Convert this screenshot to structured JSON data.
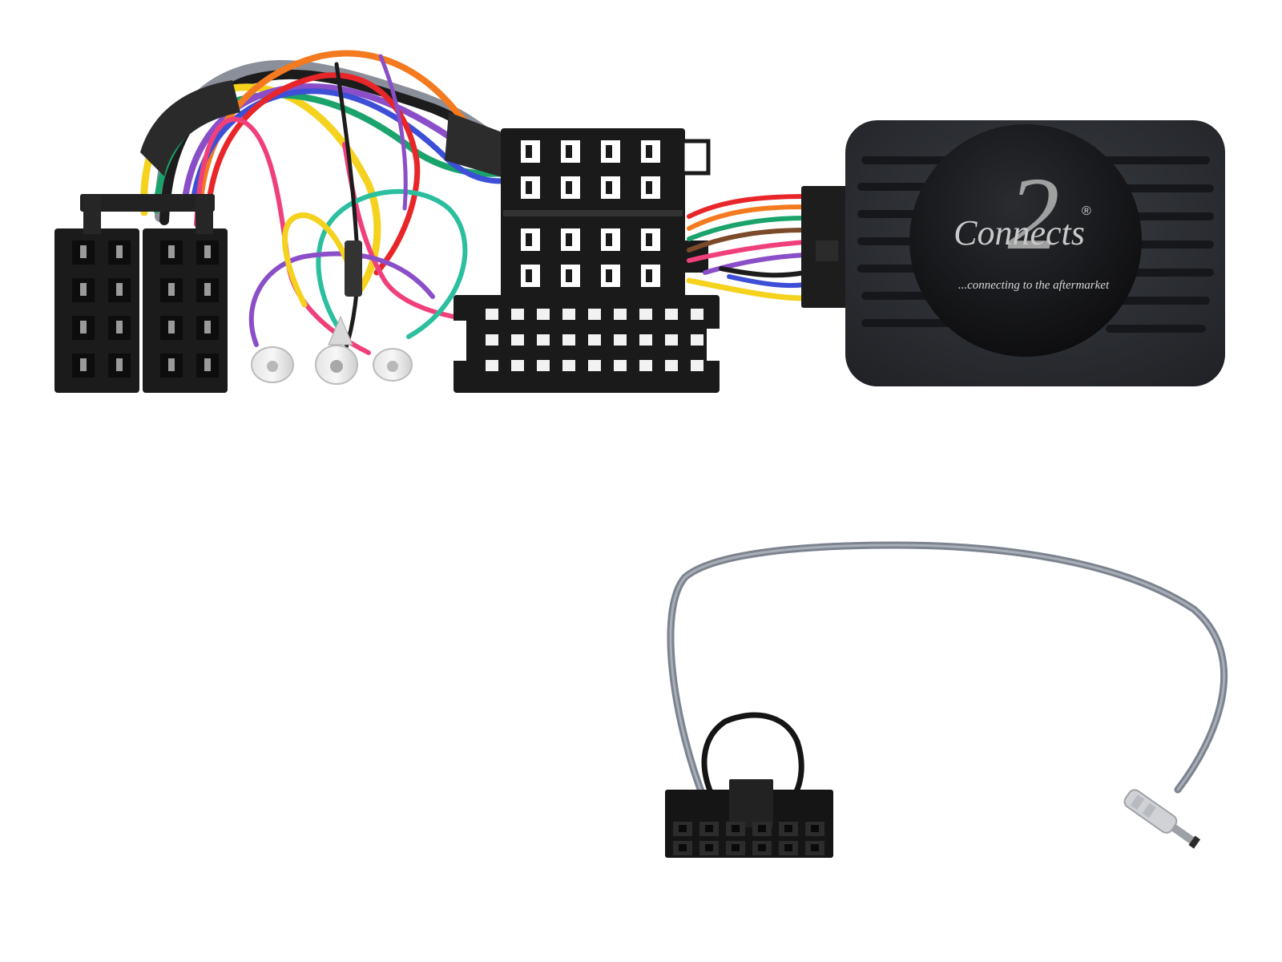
{
  "product": {
    "brand_name": "Connects",
    "brand_mark": "2",
    "registered_symbol": "®",
    "tagline": "...connecting to the aftermarket"
  },
  "wire_colors": {
    "red": "#e8262a",
    "orange": "#f47a20",
    "yellow": "#f5d21e",
    "green": "#1aa36b",
    "teal": "#2bbfa0",
    "blue": "#3d4fd6",
    "purple": "#8a4fc8",
    "pink": "#f0407c",
    "grey": "#8a8f99",
    "black": "#1c1c1c",
    "white": "#e9e9e9",
    "brown": "#7a4a2a"
  },
  "parts": [
    {
      "id": "iso-connector",
      "icon": "iso-connector-icon"
    },
    {
      "id": "quadlock-connector",
      "icon": "quadlock-connector-icon"
    },
    {
      "id": "interface-box",
      "icon": "interface-box-icon"
    },
    {
      "id": "patch-lead",
      "icon": "patch-lead-icon"
    },
    {
      "id": "jack-plug",
      "icon": "jack-plug-icon"
    }
  ]
}
